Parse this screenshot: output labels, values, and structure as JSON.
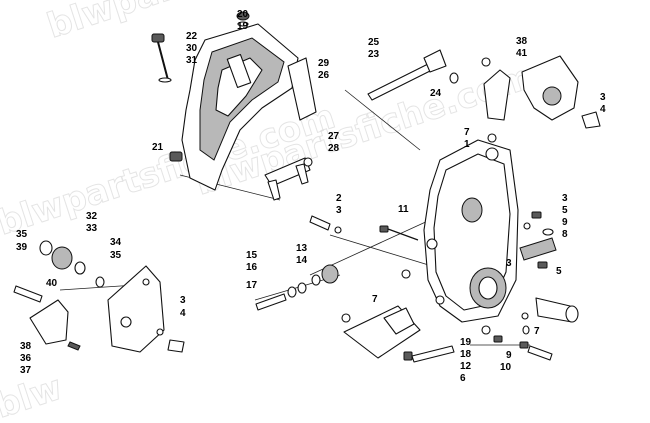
{
  "watermark": {
    "text_top": "blwparts",
    "text_mid": "blwpartsfiche.com",
    "text_center": "blwpartsfiche.com",
    "text_bottom": "blw"
  },
  "callouts": [
    {
      "id": "c20",
      "text": "20"
    },
    {
      "id": "c19a",
      "text": "19"
    },
    {
      "id": "c22",
      "text": "22"
    },
    {
      "id": "c30",
      "text": "30"
    },
    {
      "id": "c31",
      "text": "31"
    },
    {
      "id": "c29",
      "text": "29"
    },
    {
      "id": "c26",
      "text": "26"
    },
    {
      "id": "c25",
      "text": "25"
    },
    {
      "id": "c23",
      "text": "23"
    },
    {
      "id": "c24",
      "text": "24"
    },
    {
      "id": "c38a",
      "text": "38"
    },
    {
      "id": "c41",
      "text": "41"
    },
    {
      "id": "c3a",
      "text": "3"
    },
    {
      "id": "c4a",
      "text": "4"
    },
    {
      "id": "c27",
      "text": "27"
    },
    {
      "id": "c28",
      "text": "28"
    },
    {
      "id": "c21",
      "text": "21"
    },
    {
      "id": "c7a",
      "text": "7"
    },
    {
      "id": "c1",
      "text": "1"
    },
    {
      "id": "c3b",
      "text": "3"
    },
    {
      "id": "c5a",
      "text": "5"
    },
    {
      "id": "c9a",
      "text": "9"
    },
    {
      "id": "c8",
      "text": "8"
    },
    {
      "id": "c2",
      "text": "2"
    },
    {
      "id": "c3c",
      "text": "3"
    },
    {
      "id": "c11",
      "text": "11"
    },
    {
      "id": "c32",
      "text": "32"
    },
    {
      "id": "c33",
      "text": "33"
    },
    {
      "id": "c35a",
      "text": "35"
    },
    {
      "id": "c39",
      "text": "39"
    },
    {
      "id": "c34",
      "text": "34"
    },
    {
      "id": "c35b",
      "text": "35"
    },
    {
      "id": "c13",
      "text": "13"
    },
    {
      "id": "c14",
      "text": "14"
    },
    {
      "id": "c15",
      "text": "15"
    },
    {
      "id": "c16",
      "text": "16"
    },
    {
      "id": "c17",
      "text": "17"
    },
    {
      "id": "c5b",
      "text": "5"
    },
    {
      "id": "c3d",
      "text": "3"
    },
    {
      "id": "c40",
      "text": "40"
    },
    {
      "id": "c7b",
      "text": "7"
    },
    {
      "id": "c3e",
      "text": "3"
    },
    {
      "id": "c4b",
      "text": "4"
    },
    {
      "id": "c7c",
      "text": "7"
    },
    {
      "id": "c38b",
      "text": "38"
    },
    {
      "id": "c36",
      "text": "36"
    },
    {
      "id": "c37",
      "text": "37"
    },
    {
      "id": "c19b",
      "text": "19"
    },
    {
      "id": "c18",
      "text": "18"
    },
    {
      "id": "c12",
      "text": "12"
    },
    {
      "id": "c6",
      "text": "6"
    },
    {
      "id": "c9b",
      "text": "9"
    },
    {
      "id": "c10",
      "text": "10"
    }
  ]
}
